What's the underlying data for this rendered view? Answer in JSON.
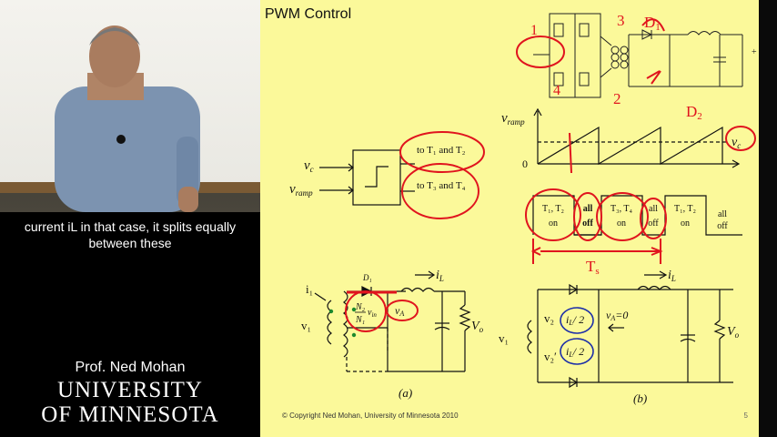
{
  "subtitle": {
    "line1": "current iL in that case, it splits equally",
    "line2": "between these"
  },
  "credit": {
    "name": "Prof. Ned Mohan",
    "university_line1": "UNIVERSITY",
    "university_line2": "OF MINNESOTA"
  },
  "slide": {
    "title": "PWM Control",
    "copyright": "© Copyright Ned Mohan, University of Minnesota 2010",
    "page": "5",
    "comparator": {
      "in1": "v",
      "in1_sub": "c",
      "in2": "v",
      "in2_sub": "ramp",
      "out1": "to T₁ and T₂",
      "out2": "to T₃ and T₄"
    },
    "ramp": {
      "ylabel": "v",
      "ylabel_sub": "ramp",
      "zero": "0",
      "vc": "v",
      "vc_sub": "c"
    },
    "states": [
      {
        "line1": "T₁, T₂",
        "line2": "on"
      },
      {
        "line1": "all",
        "line2": "off"
      },
      {
        "line1": "T₃, T₄",
        "line2": "on"
      },
      {
        "line1": "all",
        "line2": "off"
      },
      {
        "line1": "T₁, T₂",
        "line2": "on"
      },
      {
        "line1": "all",
        "line2": "off"
      }
    ],
    "circuit_a": {
      "i1": "i₁",
      "v1": "v₁",
      "d1": "D₁",
      "iL": "i",
      "iL_sub": "L",
      "ratio_top": "N₂",
      "ratio_bot": "N₁",
      "vin": "v",
      "vin_sub": "in",
      "vA": "v",
      "vA_sub": "A",
      "vo": "V",
      "vo_sub": "o",
      "caption": "(a)"
    },
    "circuit_b": {
      "v1": "v₁",
      "v2": "v₂",
      "v2p": "v₂′",
      "half1": "i",
      "half1_rest": "/ 2",
      "half2": "i",
      "half2_rest": "/ 2",
      "vA": "v",
      "vA_rest": "=0",
      "iL": "i",
      "iL_sub": "L",
      "vo": "V",
      "vo_sub": "o",
      "caption": "(b)"
    },
    "annotations": {
      "n1": "1",
      "n2": "2",
      "n3": "3",
      "n4": "4",
      "d1": "D",
      "d1_sub": "1",
      "d2": "D",
      "d2_sub": "2",
      "ts": "T",
      "ts_sub": "s"
    }
  },
  "colors": {
    "slide_bg": "#fbf99a",
    "ink_red": "#e0141e",
    "ink_blue": "#1c2ea8",
    "caption_bg": "#000000"
  }
}
